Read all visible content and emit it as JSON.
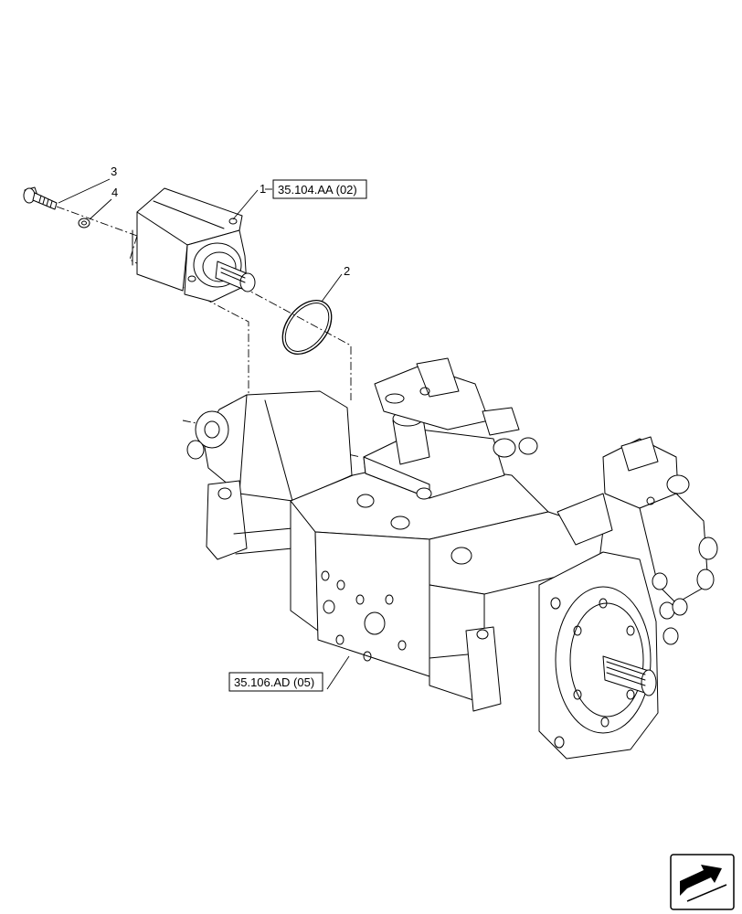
{
  "callouts": [
    {
      "id": "1",
      "label": "1"
    },
    {
      "id": "2",
      "label": "2"
    },
    {
      "id": "3",
      "label": "3"
    },
    {
      "id": "4",
      "label": "4"
    }
  ],
  "references": [
    {
      "id": "ref-top",
      "label": "35.104.AA (02)"
    },
    {
      "id": "ref-bottom",
      "label": "35.106.AD (05)"
    }
  ],
  "icons": {
    "navigation": "next-page-arrow-icon"
  }
}
